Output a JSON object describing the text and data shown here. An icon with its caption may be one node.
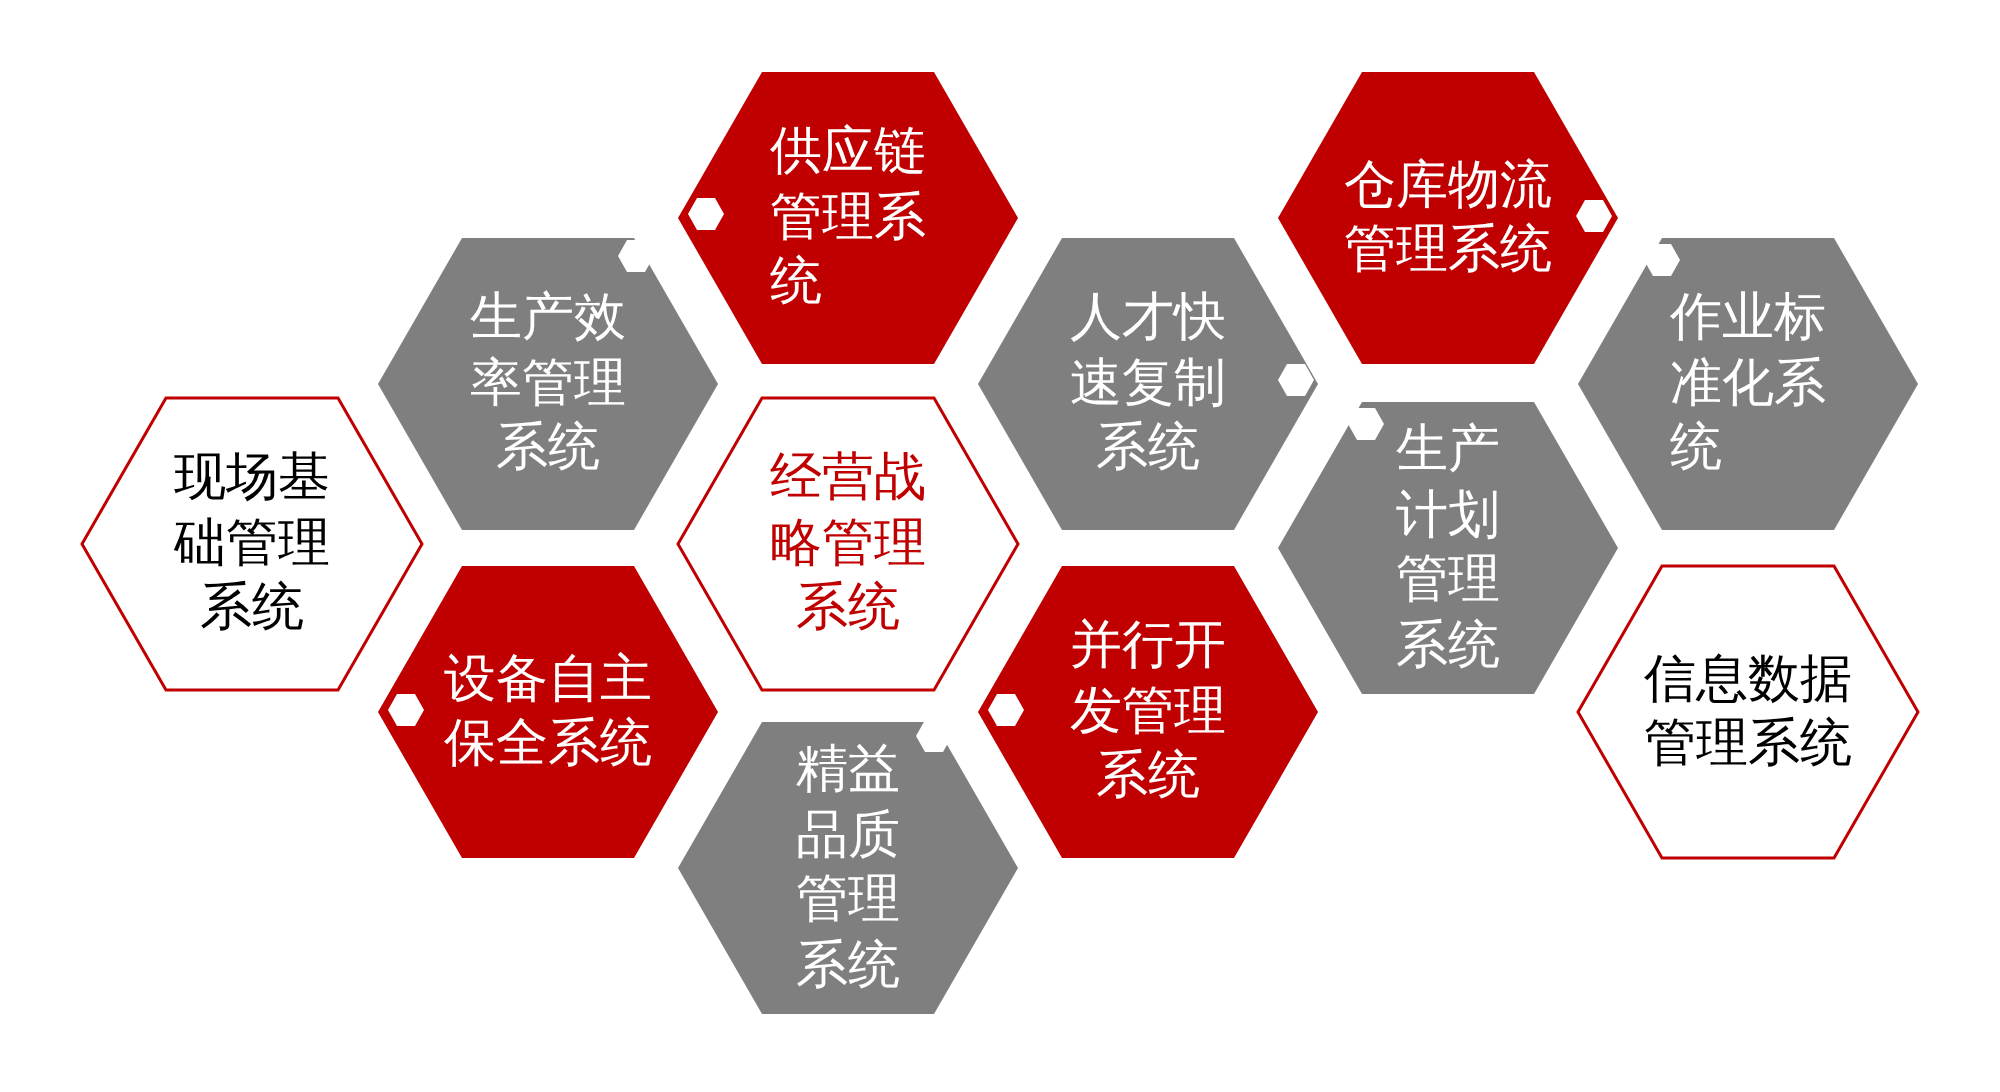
{
  "diagram": {
    "nodes": [
      {
        "text": [
          "现场基础管理系统"
        ]
      },
      {
        "text": [
          "生产效率管理系统"
        ]
      },
      {
        "text": [
          "设备自主保全系统"
        ]
      },
      {
        "text": [
          "供应链管理系统"
        ]
      },
      {
        "text": [
          "经营战略管理系统"
        ]
      },
      {
        "text": [
          "精益品质管理系统"
        ]
      },
      {
        "text": [
          "人才快速复制系统"
        ]
      },
      {
        "text": [
          "并行开发管理系统"
        ]
      },
      {
        "text": [
          "仓库物流管理系统"
        ]
      },
      {
        "text": [
          "生产计划管理系统"
        ]
      },
      {
        "text": [
          "作业标准化系统"
        ]
      },
      {
        "text": [
          "信息数据管理系统"
        ]
      }
    ]
  }
}
